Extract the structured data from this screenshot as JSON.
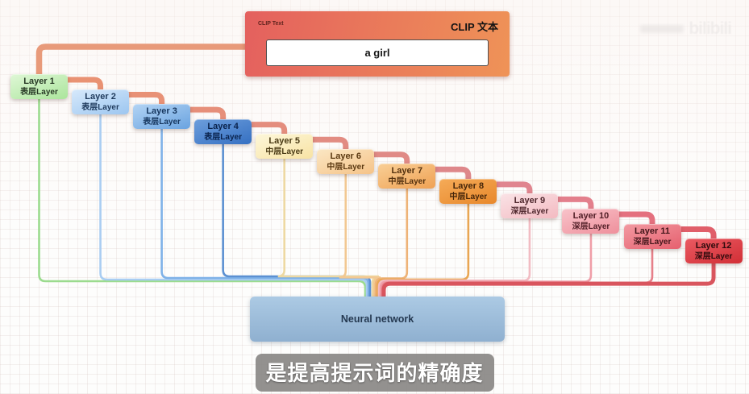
{
  "clip_box": {
    "label_en": "CLIP Text",
    "label_zh": "CLIP 文本",
    "input_value": "a girl",
    "color_left": "#e4605e",
    "color_right": "#ef9357"
  },
  "layers": [
    {
      "label": "Layer 1",
      "sublabel": "表层Layer",
      "color_top": "#dff7d6",
      "color_bottom": "#abe59c",
      "line_color": "#9bdb8e",
      "text_color": "#283a26"
    },
    {
      "label": "Layer 2",
      "sublabel": "表层Layer",
      "color_top": "#d7e9fb",
      "color_bottom": "#9cc6f0",
      "line_color": "#a9cdf2",
      "text_color": "#1f3a5c"
    },
    {
      "label": "Layer 3",
      "sublabel": "表层Layer",
      "color_top": "#b3d4f4",
      "color_bottom": "#6aa3e0",
      "line_color": "#7fb2e8",
      "text_color": "#16365e"
    },
    {
      "label": "Layer 4",
      "sublabel": "表层Layer",
      "color_top": "#6d9edc",
      "color_bottom": "#3570c2",
      "line_color": "#5b90d2",
      "text_color": "#0a234d"
    },
    {
      "label": "Layer 5",
      "sublabel": "中层Layer",
      "color_top": "#fdf7da",
      "color_bottom": "#f8e3a4",
      "line_color": "#eed9a2",
      "text_color": "#4a3a14"
    },
    {
      "label": "Layer 6",
      "sublabel": "中层Layer",
      "color_top": "#fbe7c4",
      "color_bottom": "#f5c388",
      "line_color": "#f2c892",
      "text_color": "#5c3a12"
    },
    {
      "label": "Layer 7",
      "sublabel": "中层Layer",
      "color_top": "#f9cf96",
      "color_bottom": "#efa153",
      "line_color": "#eeb377",
      "text_color": "#53300e"
    },
    {
      "label": "Layer 8",
      "sublabel": "中层Layer",
      "color_top": "#f5ab58",
      "color_bottom": "#e8882b",
      "line_color": "#e9a653",
      "text_color": "#46260a"
    },
    {
      "label": "Layer 9",
      "sublabel": "深层Layer",
      "color_top": "#fae3e6",
      "color_bottom": "#f3bac1",
      "line_color": "#f2bcc3",
      "text_color": "#4e262c"
    },
    {
      "label": "Layer 10",
      "sublabel": "深层Layer",
      "color_top": "#f8c3ca",
      "color_bottom": "#ef909c",
      "line_color": "#ef9ea8",
      "text_color": "#511f27"
    },
    {
      "label": "Layer 11",
      "sublabel": "深层Layer",
      "color_top": "#f29aa2",
      "color_bottom": "#e6606e",
      "line_color": "#e67f89",
      "text_color": "#44161b"
    },
    {
      "label": "Layer 12",
      "sublabel": "深层Layer",
      "color_top": "#ea5a62",
      "color_bottom": "#d22f36",
      "line_color": "#d9555e",
      "text_color": "#2e0b0d"
    }
  ],
  "connector_colors": [
    "#e89a7a",
    "#e99273",
    "#e89176",
    "#e68f7a",
    "#e48e7e",
    "#e28c82",
    "#e08a86",
    "#de878a",
    "#e0858f",
    "#e37f8c",
    "#e4707e",
    "#e05f6a"
  ],
  "network_box": {
    "label": "Neural network",
    "color_top": "#accae4",
    "color_bottom": "#8fb0d0"
  },
  "caption": {
    "text": "是提高提示词的精确度"
  },
  "watermark": {
    "text": "bilibili"
  }
}
